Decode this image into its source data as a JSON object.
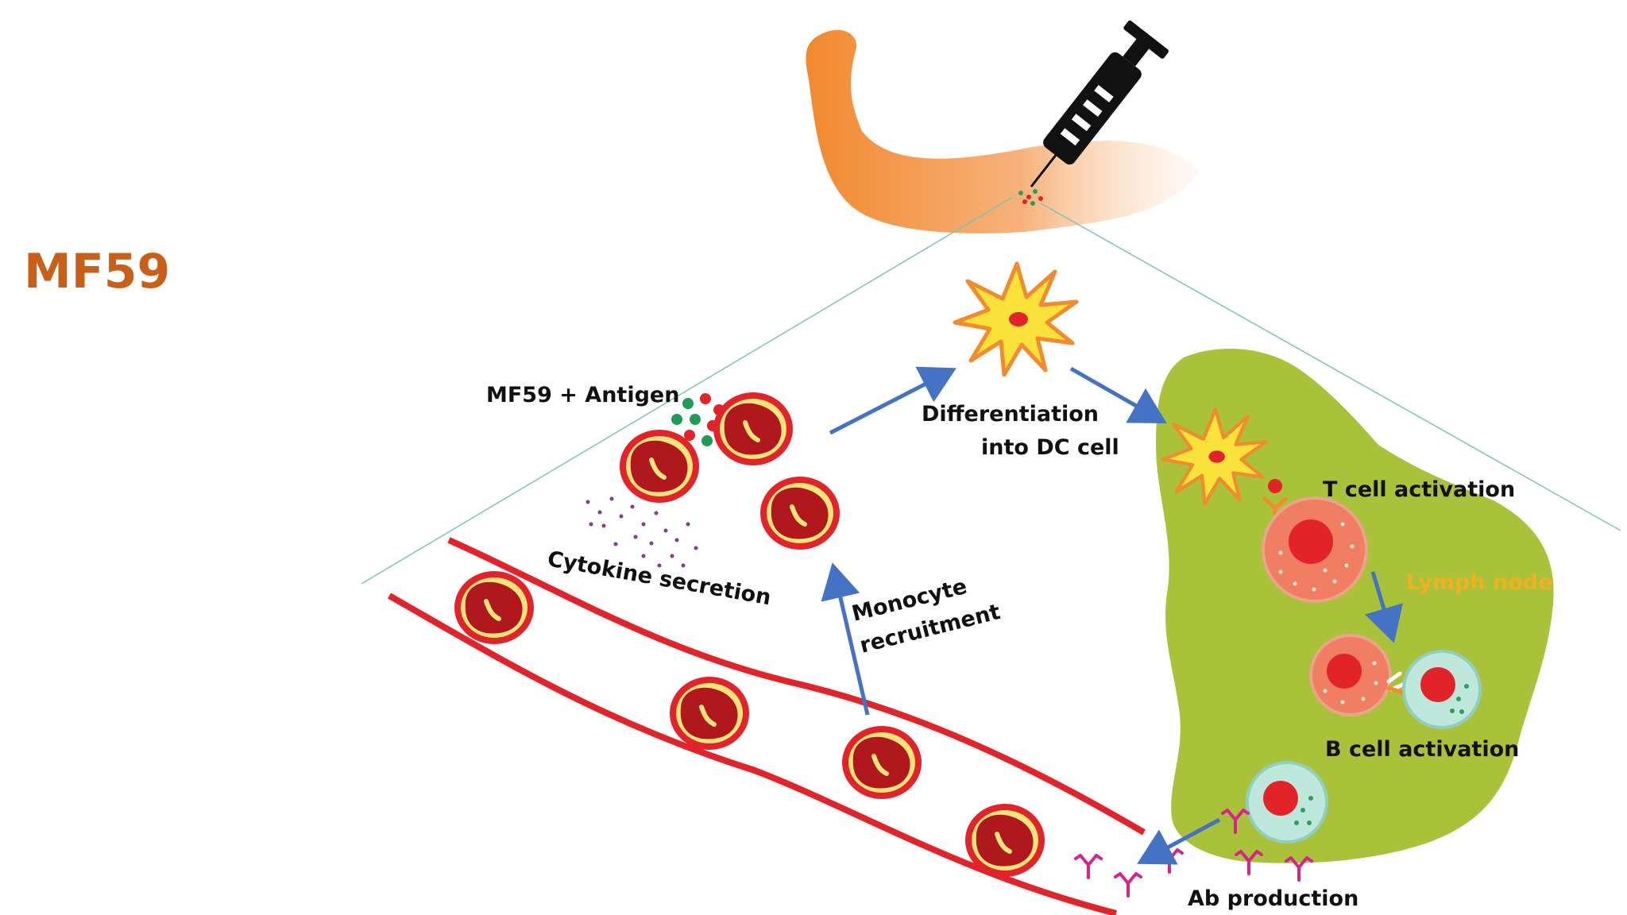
{
  "title": "MF59",
  "labels": {
    "mf59_antigen": "MF59 + Antigen",
    "differentiation_line1": "Differentiation",
    "differentiation_line2": "into DC cell",
    "cytokine_secretion": "Cytokine secretion",
    "monocyte_line1": "Monocyte",
    "monocyte_line2": "recruitment",
    "t_cell_activation": "T cell activation",
    "lymph_node": "Lymph node",
    "b_cell_activation": "B cell activation",
    "ab_production": "Ab production"
  },
  "colors": {
    "title": "#c8601a",
    "vessel": "#e3232a",
    "cell_outer": "#e3232a",
    "cell_fill": "#f3e57a",
    "nucleus": "#b0181e",
    "lymph_node": "#a9c23a",
    "lymph_node_label": "#f1b01f",
    "arrow": "#4472c4",
    "antibody": "#d6248c",
    "dc_cell": "#fbe23a",
    "t_cell": "#f07e62",
    "b_cell": "#bfe8dc",
    "arm": "#f5a05a"
  },
  "icons": {
    "syringe": "syringe-icon",
    "arm": "arm-icon",
    "dendritic_cell": "dendritic-cell-icon",
    "antibody": "antibody-icon"
  }
}
